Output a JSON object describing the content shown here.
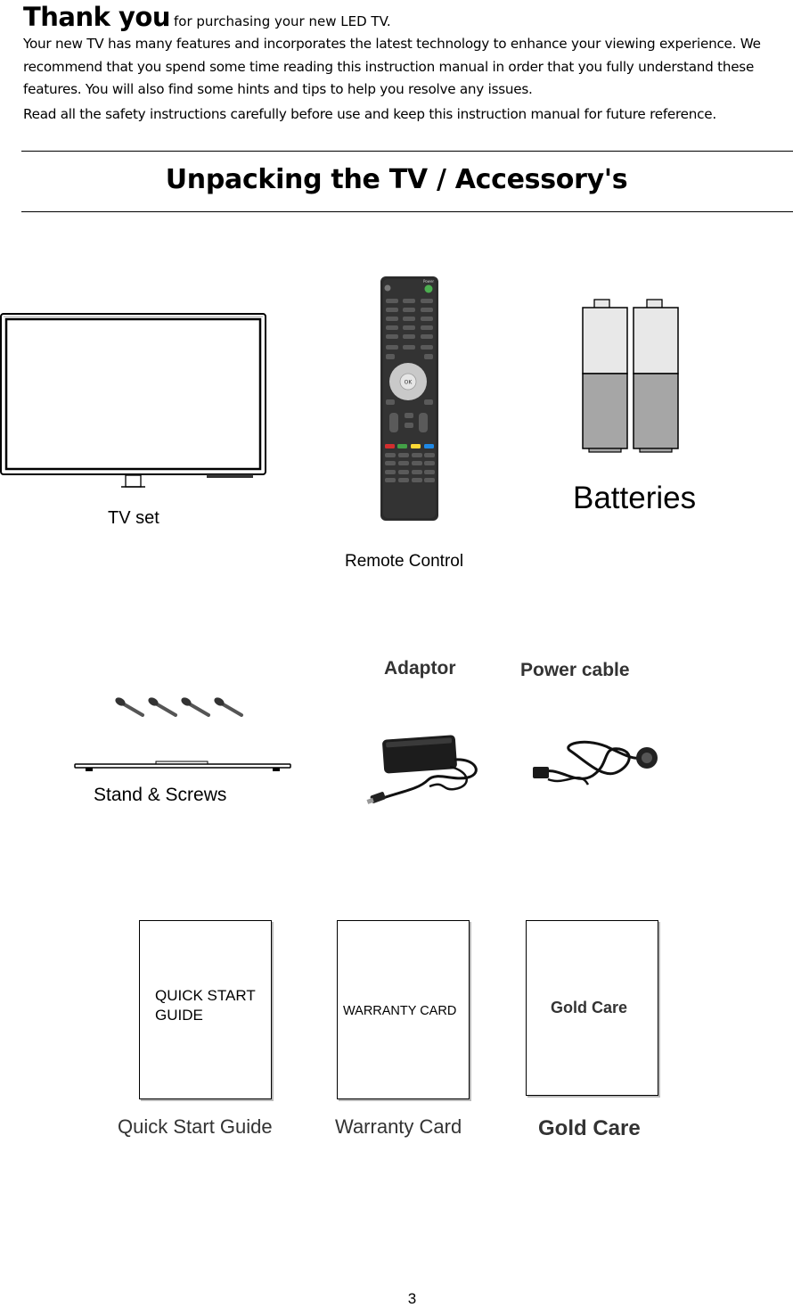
{
  "intro": {
    "heading_bold": "Thank you",
    "heading_rest": "for purchasing your new LED TV.",
    "paragraph1": "Your new TV has many features and incorporates the latest technology to enhance your viewing experience. We recommend that you spend some time reading this instruction manual in order that you fully understand these features. You will also find some hints and tips to help you resolve any issues.",
    "paragraph2": "Read all the safety instructions carefully before use and keep this instruction manual for future reference."
  },
  "section": {
    "title": "Unpacking the TV / Accessory's"
  },
  "items": {
    "tv": "TV set",
    "remote": "Remote Control",
    "remote_power": "Power",
    "remote_ok": "OK",
    "batteries": "Batteries",
    "stand": "Stand & Screws",
    "adaptor": "Adaptor",
    "power_cable": "Power cable",
    "quick_start_box": "QUICK START GUIDE",
    "quick_start": "Quick Start Guide",
    "warranty_box": "WARRANTY CARD",
    "warranty": "Warranty Card",
    "gold_care_box": "Gold Care",
    "gold_care": "Gold Care"
  },
  "page_number": "3"
}
